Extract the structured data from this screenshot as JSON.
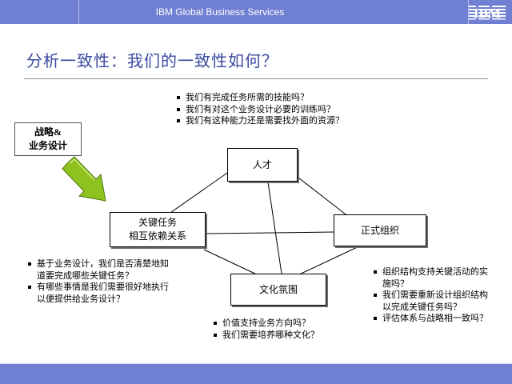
{
  "header": {
    "title": "IBM Global Business Services",
    "logo": "IBM"
  },
  "page_title": "分析一致性：我们的一致性如何？",
  "strategy": {
    "line1": "战略&",
    "line2": "业务设计"
  },
  "nodes": {
    "talent": "人才",
    "tasks_line1": "关键任务",
    "tasks_line2": "相互依赖关系",
    "org": "正式组织",
    "culture": "文化氛围"
  },
  "questions": {
    "talent": [
      "我们有完成任务所需的技能吗？",
      "我们有对这个业务设计必要的训练吗？",
      "我们有这种能力还是需要找外面的资源？"
    ],
    "tasks": [
      "基于业务设计，我们是否清楚地知道要完成哪些关键任务？",
      "有哪些事情是我们需要很好地执行以便提供给业务设计？"
    ],
    "org": [
      "组织结构支持关键活动的实施吗？",
      "我们需要重新设计组织结构以完成关键任务吗？",
      "评估体系与战略相一致吗？"
    ],
    "culture": [
      "价值支持业务方向吗？",
      "我们需要培养哪种文化？"
    ]
  },
  "colors": {
    "header": "#6f7fd2",
    "title": "#3a4aa0",
    "arrow": "#8ec21f",
    "box_shadow": "#6b6b6b"
  }
}
